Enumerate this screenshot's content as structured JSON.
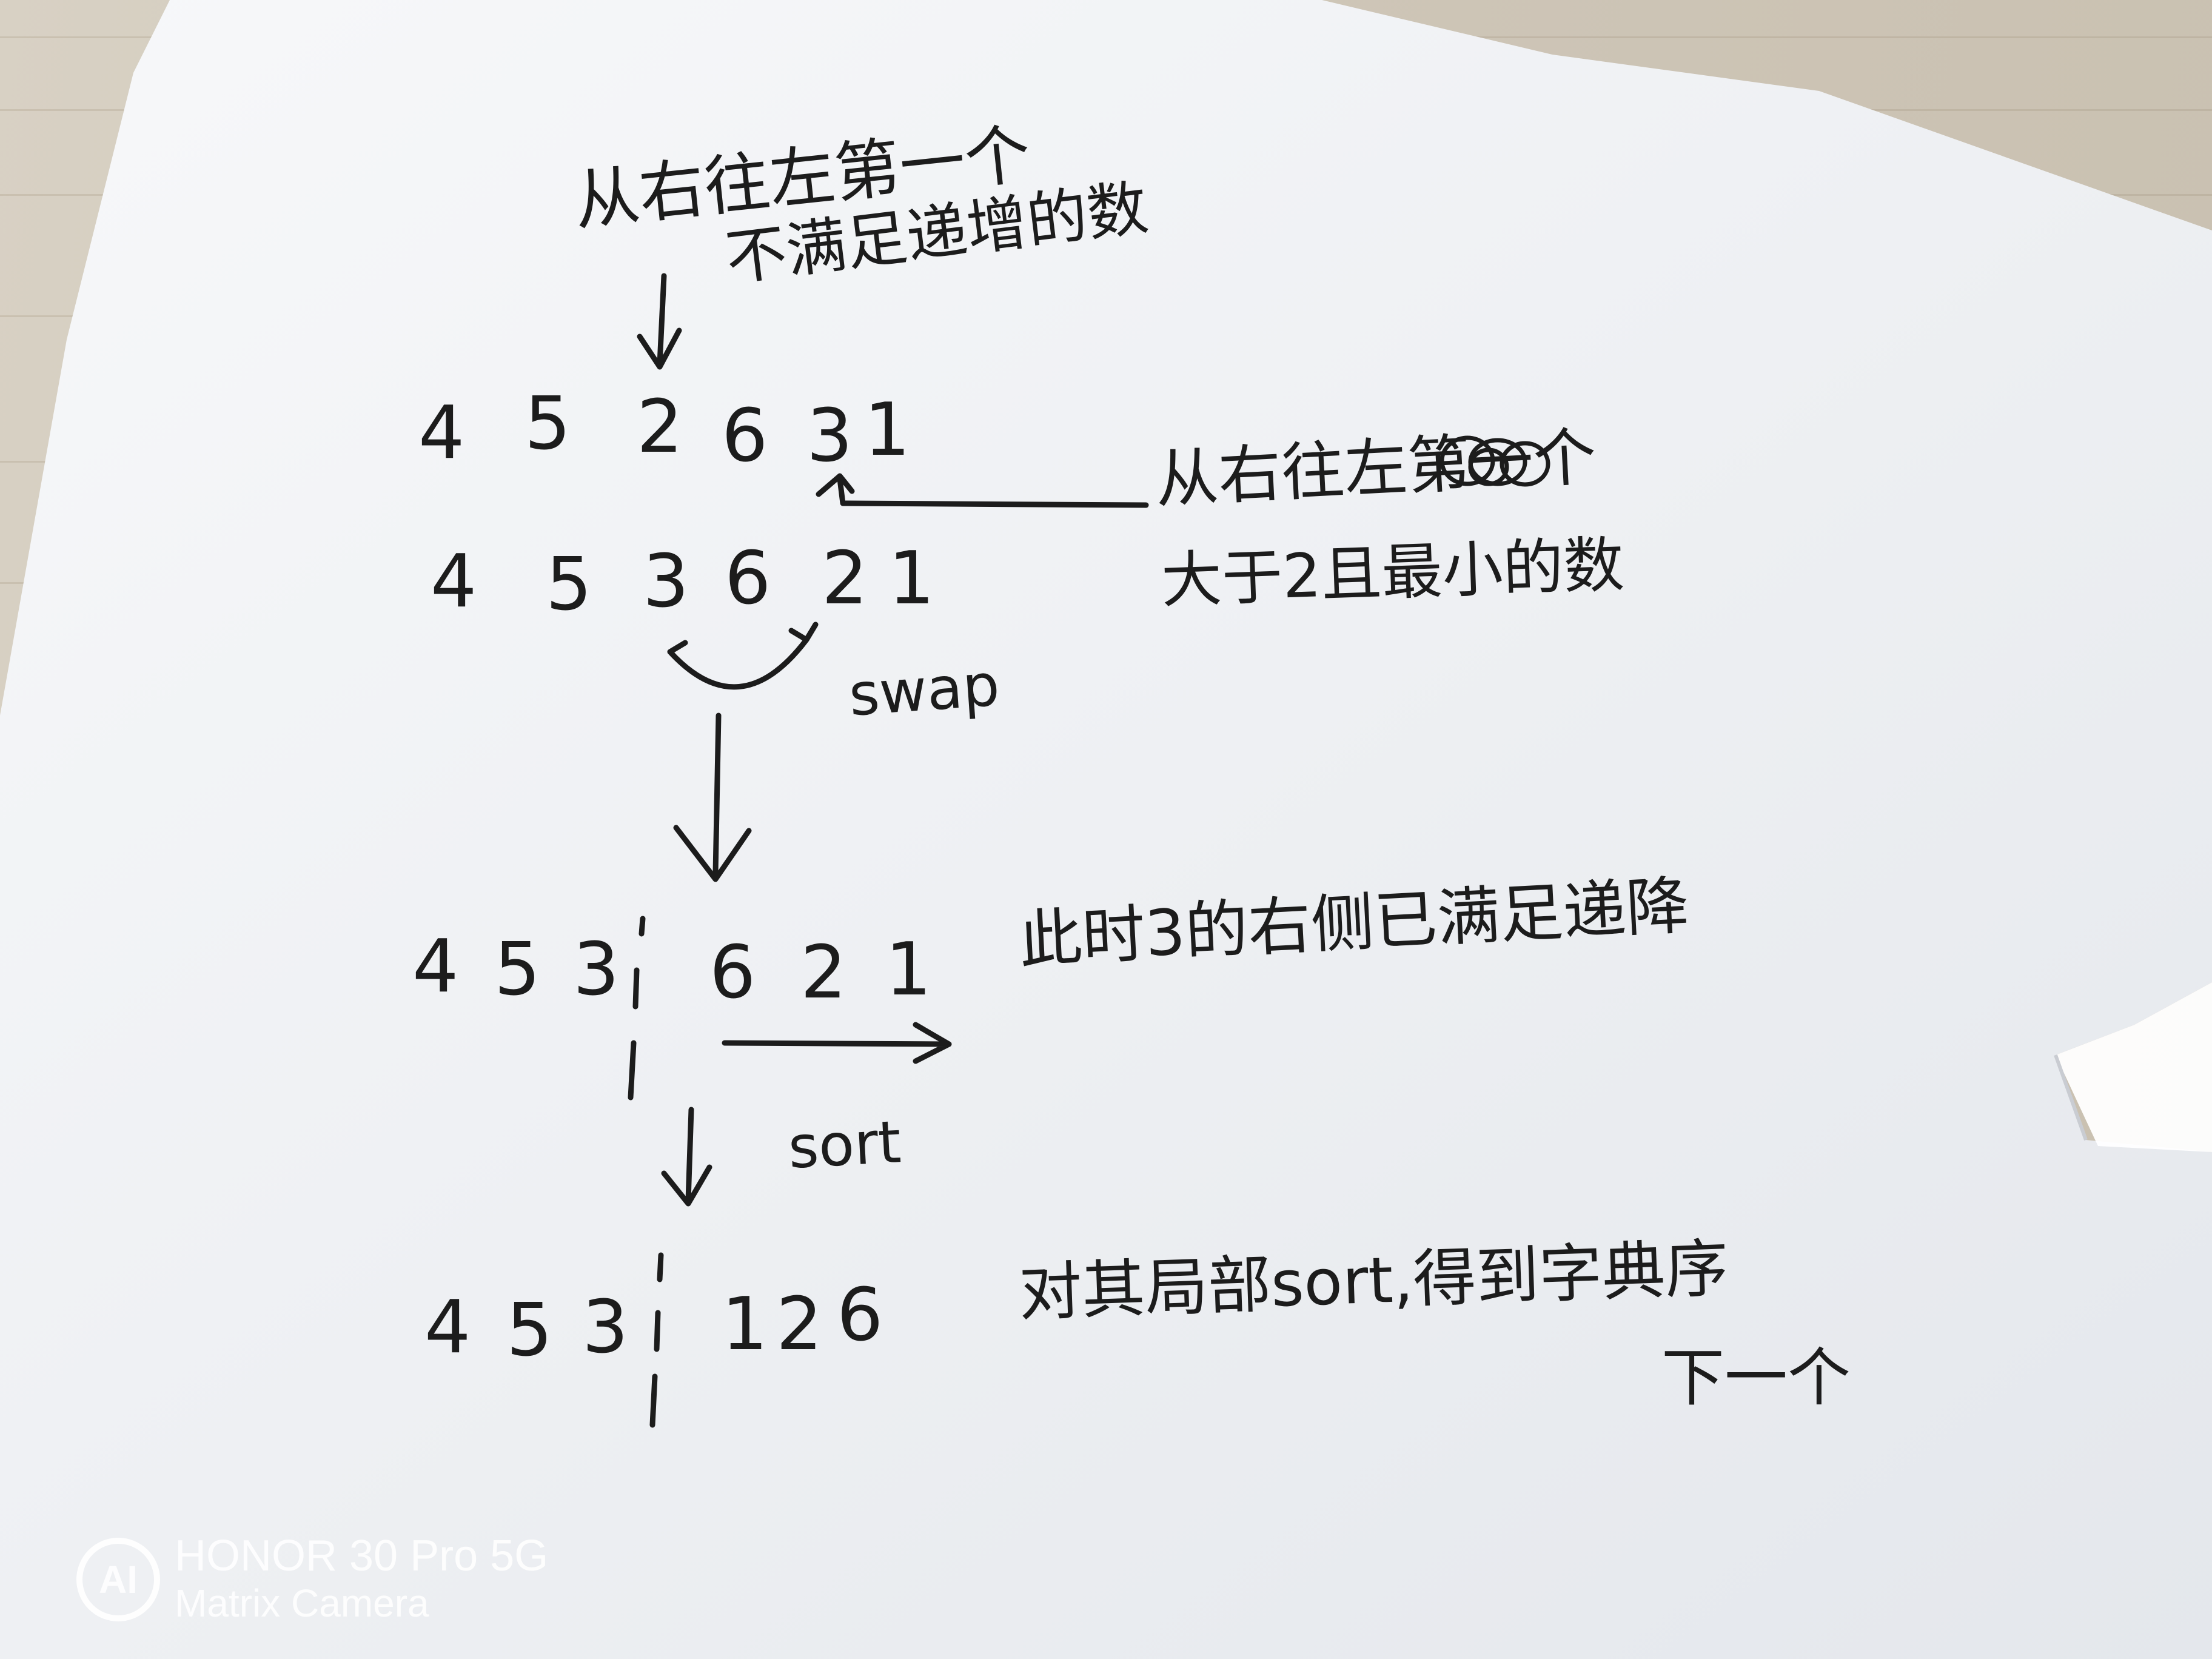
{
  "notes": {
    "heading_line1": "从右往左第一个",
    "heading_line2": "不满足递增的数",
    "row1": [
      "4",
      "5",
      "2",
      "6",
      "3",
      "1"
    ],
    "row2": [
      "4",
      "5",
      "3",
      "6",
      "2",
      "1"
    ],
    "side_note1_line1": "从右往左第一个",
    "side_note1_line2": "大于2且最小的数",
    "swap_label": "swap",
    "row3_left": [
      "4",
      "5",
      "3"
    ],
    "row3_right": [
      "6",
      "2",
      "1"
    ],
    "side_note2": "此时3的右侧已满足递降",
    "sort_label": "sort",
    "row4_left": [
      "4",
      "5",
      "3"
    ],
    "row4_right": [
      "1",
      "2",
      "6"
    ],
    "side_note3_line1": "对其局部sort,得到字典序",
    "side_note3_line2": "下一个"
  },
  "watermark": {
    "logo_text": "AI",
    "line1": "HONOR 30 Pro 5G",
    "line2": "Matrix Camera"
  },
  "colors": {
    "ink": "#1c1c1c",
    "paper": "#f2f3f5",
    "table": "#cfc7b9",
    "watermark": "#ffffff"
  }
}
